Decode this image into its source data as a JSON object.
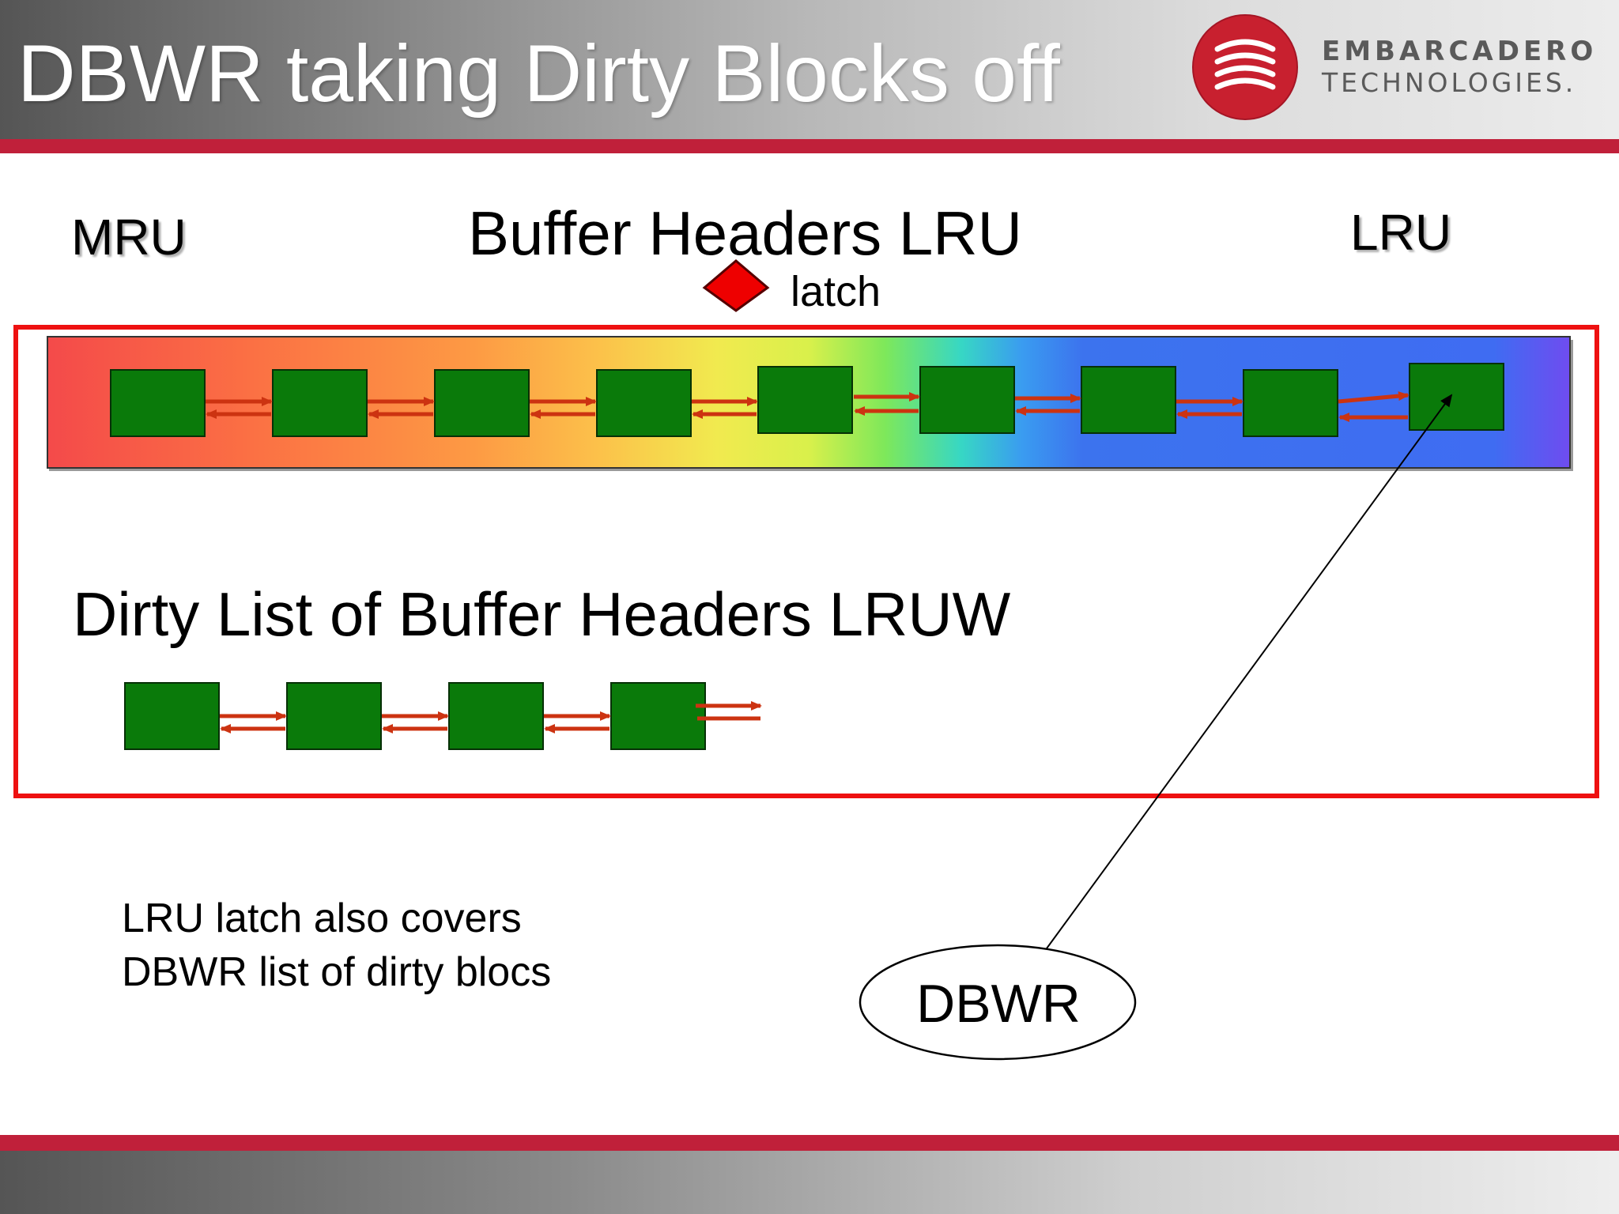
{
  "slide": {
    "title": "DBWR taking Dirty Blocks off",
    "brand_line1": "EMBARCADERO",
    "brand_line2": "TECHNOLOGIES."
  },
  "diagram": {
    "label_mru": "MRU",
    "label_lru": "LRU",
    "lru_list_title": "Buffer Headers LRU",
    "latch_label": "latch",
    "dirty_list_title": "Dirty List of Buffer Headers LRUW",
    "note_line1": "LRU latch also covers",
    "note_line2": "DBWR list of dirty blocs",
    "process_label": "DBWR"
  },
  "colors": {
    "accent_red": "#c0203a",
    "frame_red": "#ee1111",
    "block_green": "#0a7a0a",
    "link_arrow": "#cc3311",
    "latch_red": "#ee0000"
  },
  "icons": {
    "brand_logo": "embarcadero-database-logo-icon",
    "latch": "diamond-latch-icon"
  }
}
